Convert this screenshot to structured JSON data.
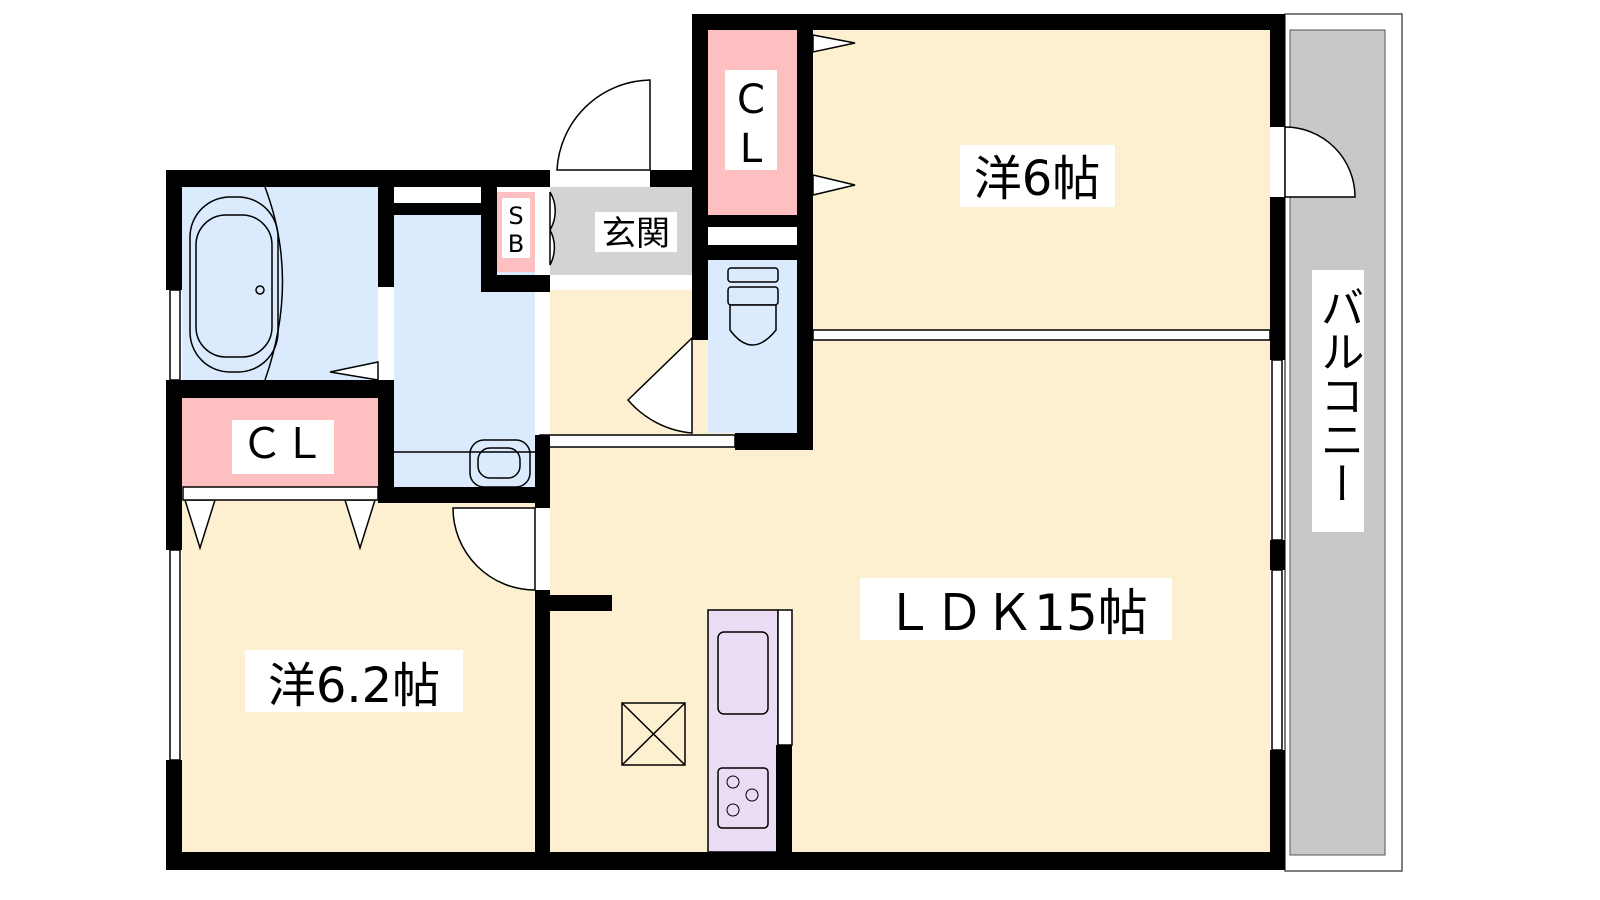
{
  "floorplan": {
    "rooms": {
      "western_6": "洋6帖",
      "western_6_2": "洋6.2帖",
      "ldk": "ＬＤＫ15帖",
      "entrance": "玄関",
      "closet_top": "C",
      "closet_top_2": "L",
      "closet_left": "ＣＬ",
      "shoe_box_s": "S",
      "shoe_box_b": "B",
      "balcony": "バルコニー"
    },
    "colors": {
      "room": "#fdf0d0",
      "wet": "#dbeafc",
      "closet": "#fdbfbf",
      "entrance": "#d3d3d3",
      "balcony": "#c8c8c8",
      "kitchen": "#eadcf2"
    }
  }
}
